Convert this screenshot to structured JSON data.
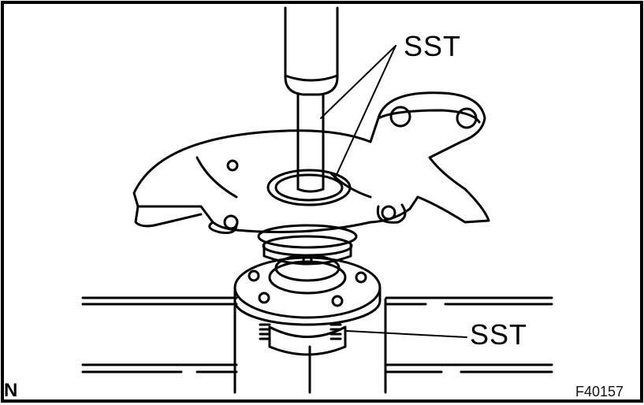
{
  "labels": {
    "sst_top": "SST",
    "sst_bottom": "SST",
    "corner_mark": "N",
    "figure_code": "F40157"
  }
}
